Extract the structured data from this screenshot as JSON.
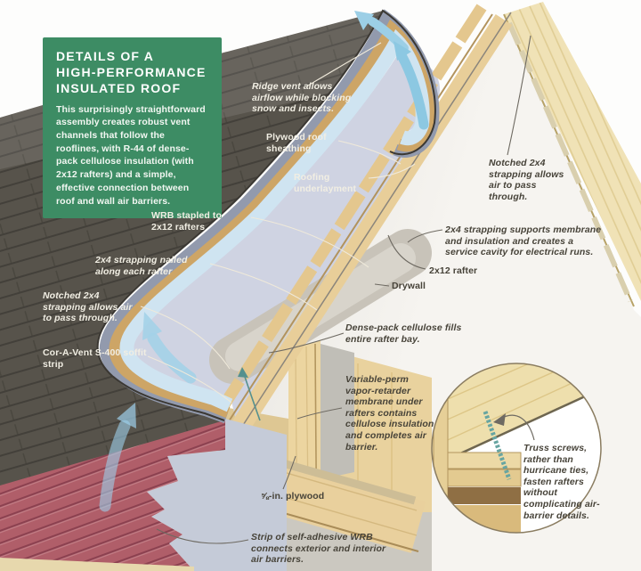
{
  "info_box": {
    "title_line1": "DETAILS OF A",
    "title_line2": "HIGH-PERFORMANCE",
    "title_line3": "INSULATED ROOF",
    "body": "This surprisingly straightforward assembly creates robust vent channels that follow the rooflines, with R-44 of dense-pack cellulose insulation (with 2x12 rafters) and a simple, effective connection between roof and wall air barriers."
  },
  "labels": {
    "ridge_vent": "Ridge vent allows airflow while blocking snow and insects.",
    "plywood_sheathing": "Plywood roof sheathing",
    "roofing_underlayment": "Roofing underlayment",
    "wrb_stapled": "WRB stapled to 2x12 rafters",
    "strapping_nailed": "2x4 strapping nailed along each rafter",
    "notched_left": "Notched 2x4 strapping allows air to pass through.",
    "coravent": "Cor-A-Vent S-400 soffit strip",
    "notched_right": "Notched 2x4 strapping allows air to pass through.",
    "strapping_supports": "2x4 strapping supports membrane and insulation and creates a service cavity for electrical runs.",
    "rafter": "2x12 rafter",
    "drywall": "Drywall",
    "dense_pack": "Dense-pack cellulose fills entire rafter bay.",
    "vapor_retarder": "Variable-perm vapor-retarder membrane under rafters contains cellulose insulation and completes air barrier.",
    "plywood58": "⅝-in. plywood",
    "wrb_strip": "Strip of self-adhesive WRB connects exterior and interior air barriers.",
    "truss_screws": "Truss screws, rather than hurricane ties, fasten rafters without complicating air-barrier details."
  },
  "colors": {
    "green": "#3d8c64",
    "paper": "#f1eee3",
    "ink": "#474339",
    "roof": "#57534b",
    "underlayment": "#929aad",
    "plywood": "#cda566",
    "wood-light": "#eedfad",
    "membrane": "#cfd3e2",
    "vent-blue": "#9ccfe6",
    "siding-red": "#b05e69",
    "cellulose": "#c8c3b9"
  }
}
